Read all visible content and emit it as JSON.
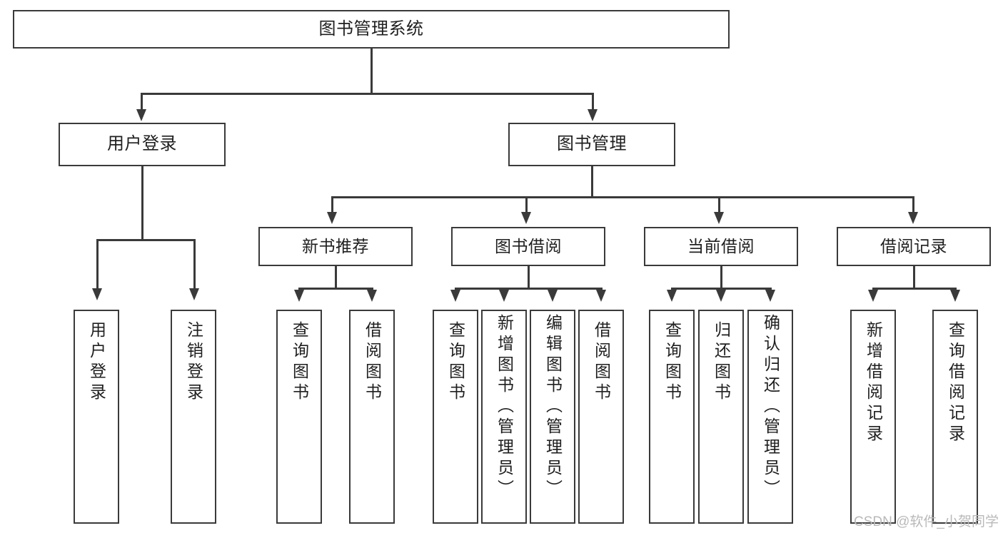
{
  "diagram": {
    "title": "图书管理系统",
    "type": "tree-hierarchy",
    "orientation": "top-down",
    "levels": 4,
    "colors": {
      "stroke": "#3a3a3a",
      "fill": "#ffffff",
      "text": "#1f1f1f",
      "watermark": "#b9b9b9"
    }
  },
  "root": {
    "label": "图书管理系统"
  },
  "level2": [
    {
      "id": "user-login",
      "label": "用户登录"
    },
    {
      "id": "book-manage",
      "label": "图书管理"
    }
  ],
  "level3": [
    {
      "id": "new-book-recommend",
      "label": "新书推荐",
      "parent": "book-manage"
    },
    {
      "id": "book-borrow",
      "label": "图书借阅",
      "parent": "book-manage"
    },
    {
      "id": "current-borrow",
      "label": "当前借阅",
      "parent": "book-manage"
    },
    {
      "id": "borrow-record",
      "label": "借阅记录",
      "parent": "book-manage"
    }
  ],
  "leaves": {
    "user-login": [
      {
        "id": "leaf-user-login",
        "label": "用户登录"
      },
      {
        "id": "leaf-user-logout",
        "label": "注销登录"
      }
    ],
    "new-book-recommend": [
      {
        "id": "leaf-query-book-1",
        "label": "查询图书"
      },
      {
        "id": "leaf-borrow-book-1",
        "label": "借阅图书"
      }
    ],
    "book-borrow": [
      {
        "id": "leaf-query-book-2",
        "label": "查询图书"
      },
      {
        "id": "leaf-add-book",
        "label": "新增图书（管理员）"
      },
      {
        "id": "leaf-edit-book",
        "label": "编辑图书（管理员）"
      },
      {
        "id": "leaf-borrow-book-2",
        "label": "借阅图书"
      }
    ],
    "current-borrow": [
      {
        "id": "leaf-query-book-3",
        "label": "查询图书"
      },
      {
        "id": "leaf-return-book",
        "label": "归还图书"
      },
      {
        "id": "leaf-confirm-return",
        "label": "确认归还（管理员）"
      }
    ],
    "borrow-record": [
      {
        "id": "leaf-add-record",
        "label": "新增借阅记录"
      },
      {
        "id": "leaf-query-record",
        "label": "查询借阅记录"
      }
    ]
  },
  "watermark": {
    "text": "CSDN @软件_小贺同学"
  }
}
